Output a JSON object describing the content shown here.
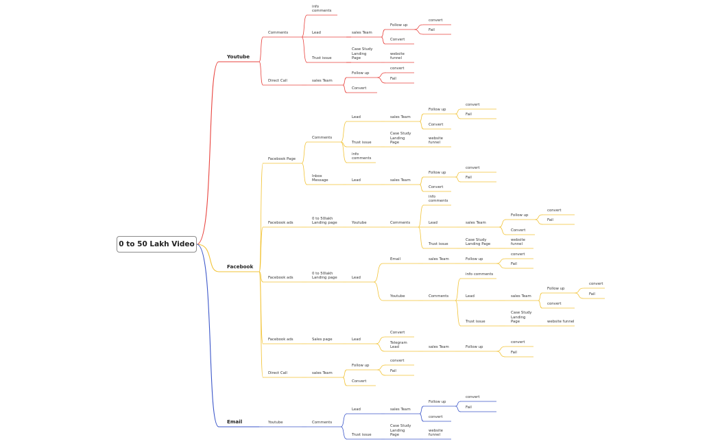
{
  "root": "0 to 50 Lakh Video",
  "colors": {
    "youtube": "#e8413c",
    "facebook": "#f2c335",
    "email": "#3a55c9"
  },
  "nodes": {
    "yt": "Youtube",
    "yt_comments": "Comments",
    "yt_info": "info\ncomments",
    "yt_lead": "Lead",
    "yt_sales": "sales Team",
    "yt_followup": "Follow up",
    "yt_convert1": "convert",
    "yt_fail1": "Fail",
    "yt_convert2": "Convert",
    "yt_trust": "Trust issue",
    "yt_casestudy": "Case Study\nLanding\nPage",
    "yt_website": "website\nfunnel",
    "yt_direct": "Direct Call",
    "yt_dc_sales": "sales Team",
    "yt_dc_followup": "Follow up",
    "yt_dc_convert1": "convert",
    "yt_dc_fail": "Fail",
    "yt_dc_convert2": "Convert",
    "fb": "Facebook",
    "fb_page": "Facebook Page",
    "fb_comments": "Comments",
    "fb_c_lead": "Lead",
    "fb_c_sales": "sales Team",
    "fb_c_followup": "Follow up",
    "fb_c_convert1": "convert",
    "fb_c_fail": "Fail",
    "fb_c_convert2": "Convert",
    "fb_c_trust": "Trust issue",
    "fb_c_casestudy": "Case Study\nLanding\nPage",
    "fb_c_website": "website\nfunnel",
    "fb_c_info": "info\ncomments",
    "fb_inbox": "Inbox\nMessage",
    "fb_i_lead": "Lead",
    "fb_i_sales": "sales Team",
    "fb_i_followup": "Follow up",
    "fb_i_convert1": "convert",
    "fb_i_fail": "Fail",
    "fb_i_convert2": "Convert",
    "fb_ads1": "Facebook ads",
    "fb_a1_landing": "0 to 50lakh\nLanding page",
    "fb_a1_youtube": "Youtube",
    "fb_a1_comments": "Comments",
    "fb_a1_info": "info\ncomments",
    "fb_a1_lead": "Lead",
    "fb_a1_sales": "sales Team",
    "fb_a1_followup": "Follow up",
    "fb_a1_convert1": "convert",
    "fb_a1_fail": "Fail",
    "fb_a1_convert2": "Convert",
    "fb_a1_trust": "Trust issue",
    "fb_a1_casestudy": "Case Study\nLanding Page",
    "fb_a1_website": "website\nfunnel",
    "fb_ads2": "Facebook ads",
    "fb_a2_landing": "0 to 50lakh\nLanding page",
    "fb_a2_lead": "Lead",
    "fb_a2_email": "Email",
    "fb_a2_e_sales": "sales Team",
    "fb_a2_e_followup": "Follow up",
    "fb_a2_e_convert": "convert",
    "fb_a2_e_fail": "Fail",
    "fb_a2_youtube": "Youtube",
    "fb_a2_y_comments": "Comments",
    "fb_a2_y_info": "info comments",
    "fb_a2_y_lead": "Lead",
    "fb_a2_y_sales": "sales Team",
    "fb_a2_y_followup": "Follow up",
    "fb_a2_y_convert1": "convert",
    "fb_a2_y_fail": "Fail",
    "fb_a2_y_convert2": "convert",
    "fb_a2_y_trust": "Trust issue",
    "fb_a2_y_casestudy": "Case Study\nLanding\nPage",
    "fb_a2_y_website": "website funnel",
    "fb_ads3": "Facebook ads",
    "fb_a3_salespage": "Sales page",
    "fb_a3_lead": "Lead",
    "fb_a3_convert": "Convert",
    "fb_a3_telegram": "Telegram\nLead",
    "fb_a3_sales": "sales Team",
    "fb_a3_followup": "Follow up",
    "fb_a3_convert2": "convert",
    "fb_a3_fail": "Fail",
    "fb_direct": "Direct Call",
    "fb_d_sales": "sales Team",
    "fb_d_followup": "Follow up",
    "fb_d_convert1": "convert",
    "fb_d_fail": "Fail",
    "fb_d_convert2": "Convert",
    "em": "Email",
    "em_youtube": "Youtube",
    "em_comments": "Comments",
    "em_lead": "Lead",
    "em_sales": "sales Team",
    "em_followup": "Follow up",
    "em_convert1": "convert",
    "em_fail": "Fail",
    "em_convert2": "convert",
    "em_trust": "Trust issue",
    "em_casestudy": "Case Study\nLanding\nPage",
    "em_website": "website\nfunnel"
  }
}
